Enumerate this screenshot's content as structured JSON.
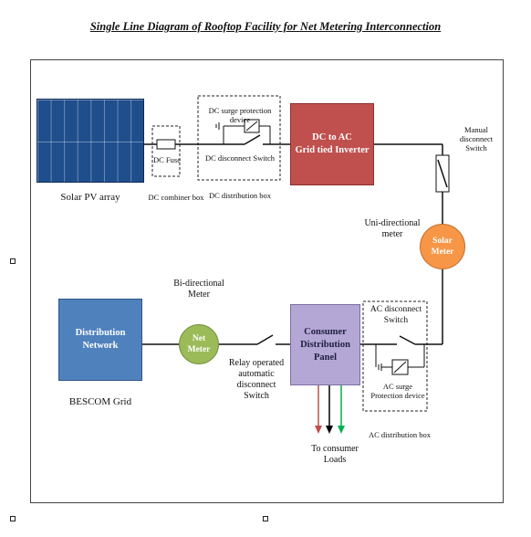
{
  "title": "Single Line Diagram of Rooftop Facility for Net Metering Interconnection",
  "solar_pv": {
    "label": "Solar PV array"
  },
  "dc_fuse": {
    "label": "DC Fuse"
  },
  "dc_combiner": {
    "label": "DC combiner box"
  },
  "dc_spd": {
    "label": "DC surge protection device"
  },
  "dc_disconnect": {
    "label": "DC disconnect Switch"
  },
  "dc_distribution": {
    "label": "DC distribution box"
  },
  "inverter": {
    "line1": "DC to AC",
    "line2": "Grid tied Inverter"
  },
  "manual_disconnect": {
    "line1": "Manual",
    "line2": "disconnect",
    "line3": "Switch"
  },
  "uni_meter": {
    "line1": "Uni-directional",
    "line2": "meter"
  },
  "solar_meter": {
    "line1": "Solar",
    "line2": "Meter"
  },
  "distribution_network": {
    "line1": "Distribution",
    "line2": "Network"
  },
  "bescom": {
    "label": "BESCOM Grid"
  },
  "bi_meter": {
    "line1": "Bi-directional",
    "line2": "Meter"
  },
  "net_meter": {
    "line1": "Net",
    "line2": "Meter"
  },
  "relay_switch": {
    "line1": "Relay operated",
    "line2": "automatic",
    "line3": "disconnect",
    "line4": "Switch"
  },
  "consumer_panel": {
    "line1": "Consumer",
    "line2": "Distribution",
    "line3": "Panel"
  },
  "ac_disconnect": {
    "line1": "AC disconnect",
    "line2": "Switch"
  },
  "ac_spd": {
    "line1": "AC surge",
    "line2": "Protection device"
  },
  "ac_distribution": {
    "label": "AC distribution box"
  },
  "consumer_loads": {
    "line1": "To consumer",
    "line2": "Loads"
  },
  "colors": {
    "solar_panel": "#1f4e8c",
    "inverter": "#c0504d",
    "solar_meter": "#f79646",
    "distribution_network": "#4f81bd",
    "net_meter": "#9bbb59",
    "consumer_panel": "#b4a7d6",
    "load_red": "#c0504d",
    "load_black": "#000000",
    "load_green": "#00b050"
  }
}
